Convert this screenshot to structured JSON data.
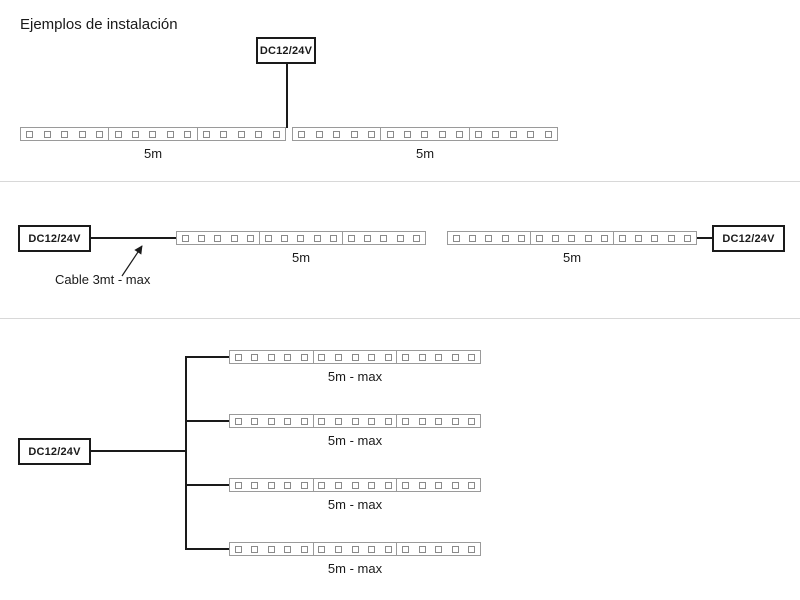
{
  "title": "Ejemplos de instalación",
  "psu": {
    "label": "DC12/24V"
  },
  "strip_config": {
    "segments_per_strip": 3,
    "leds_per_segment": 5
  },
  "colors": {
    "line": "#1a1a1a",
    "strip_border": "#9a9a9a",
    "led_border": "#8a8a8a",
    "divider": "#d8d8d8",
    "text": "#1a1a1a",
    "bg": "#ffffff"
  },
  "sections": {
    "top": {
      "labels": [
        "5m",
        "5m"
      ]
    },
    "middle": {
      "cable_note": "Cable 3mt - max",
      "labels": [
        "5m",
        "5m"
      ]
    },
    "bottom": {
      "labels": [
        "5m - max",
        "5m - max",
        "5m - max",
        "5m - max"
      ]
    }
  }
}
